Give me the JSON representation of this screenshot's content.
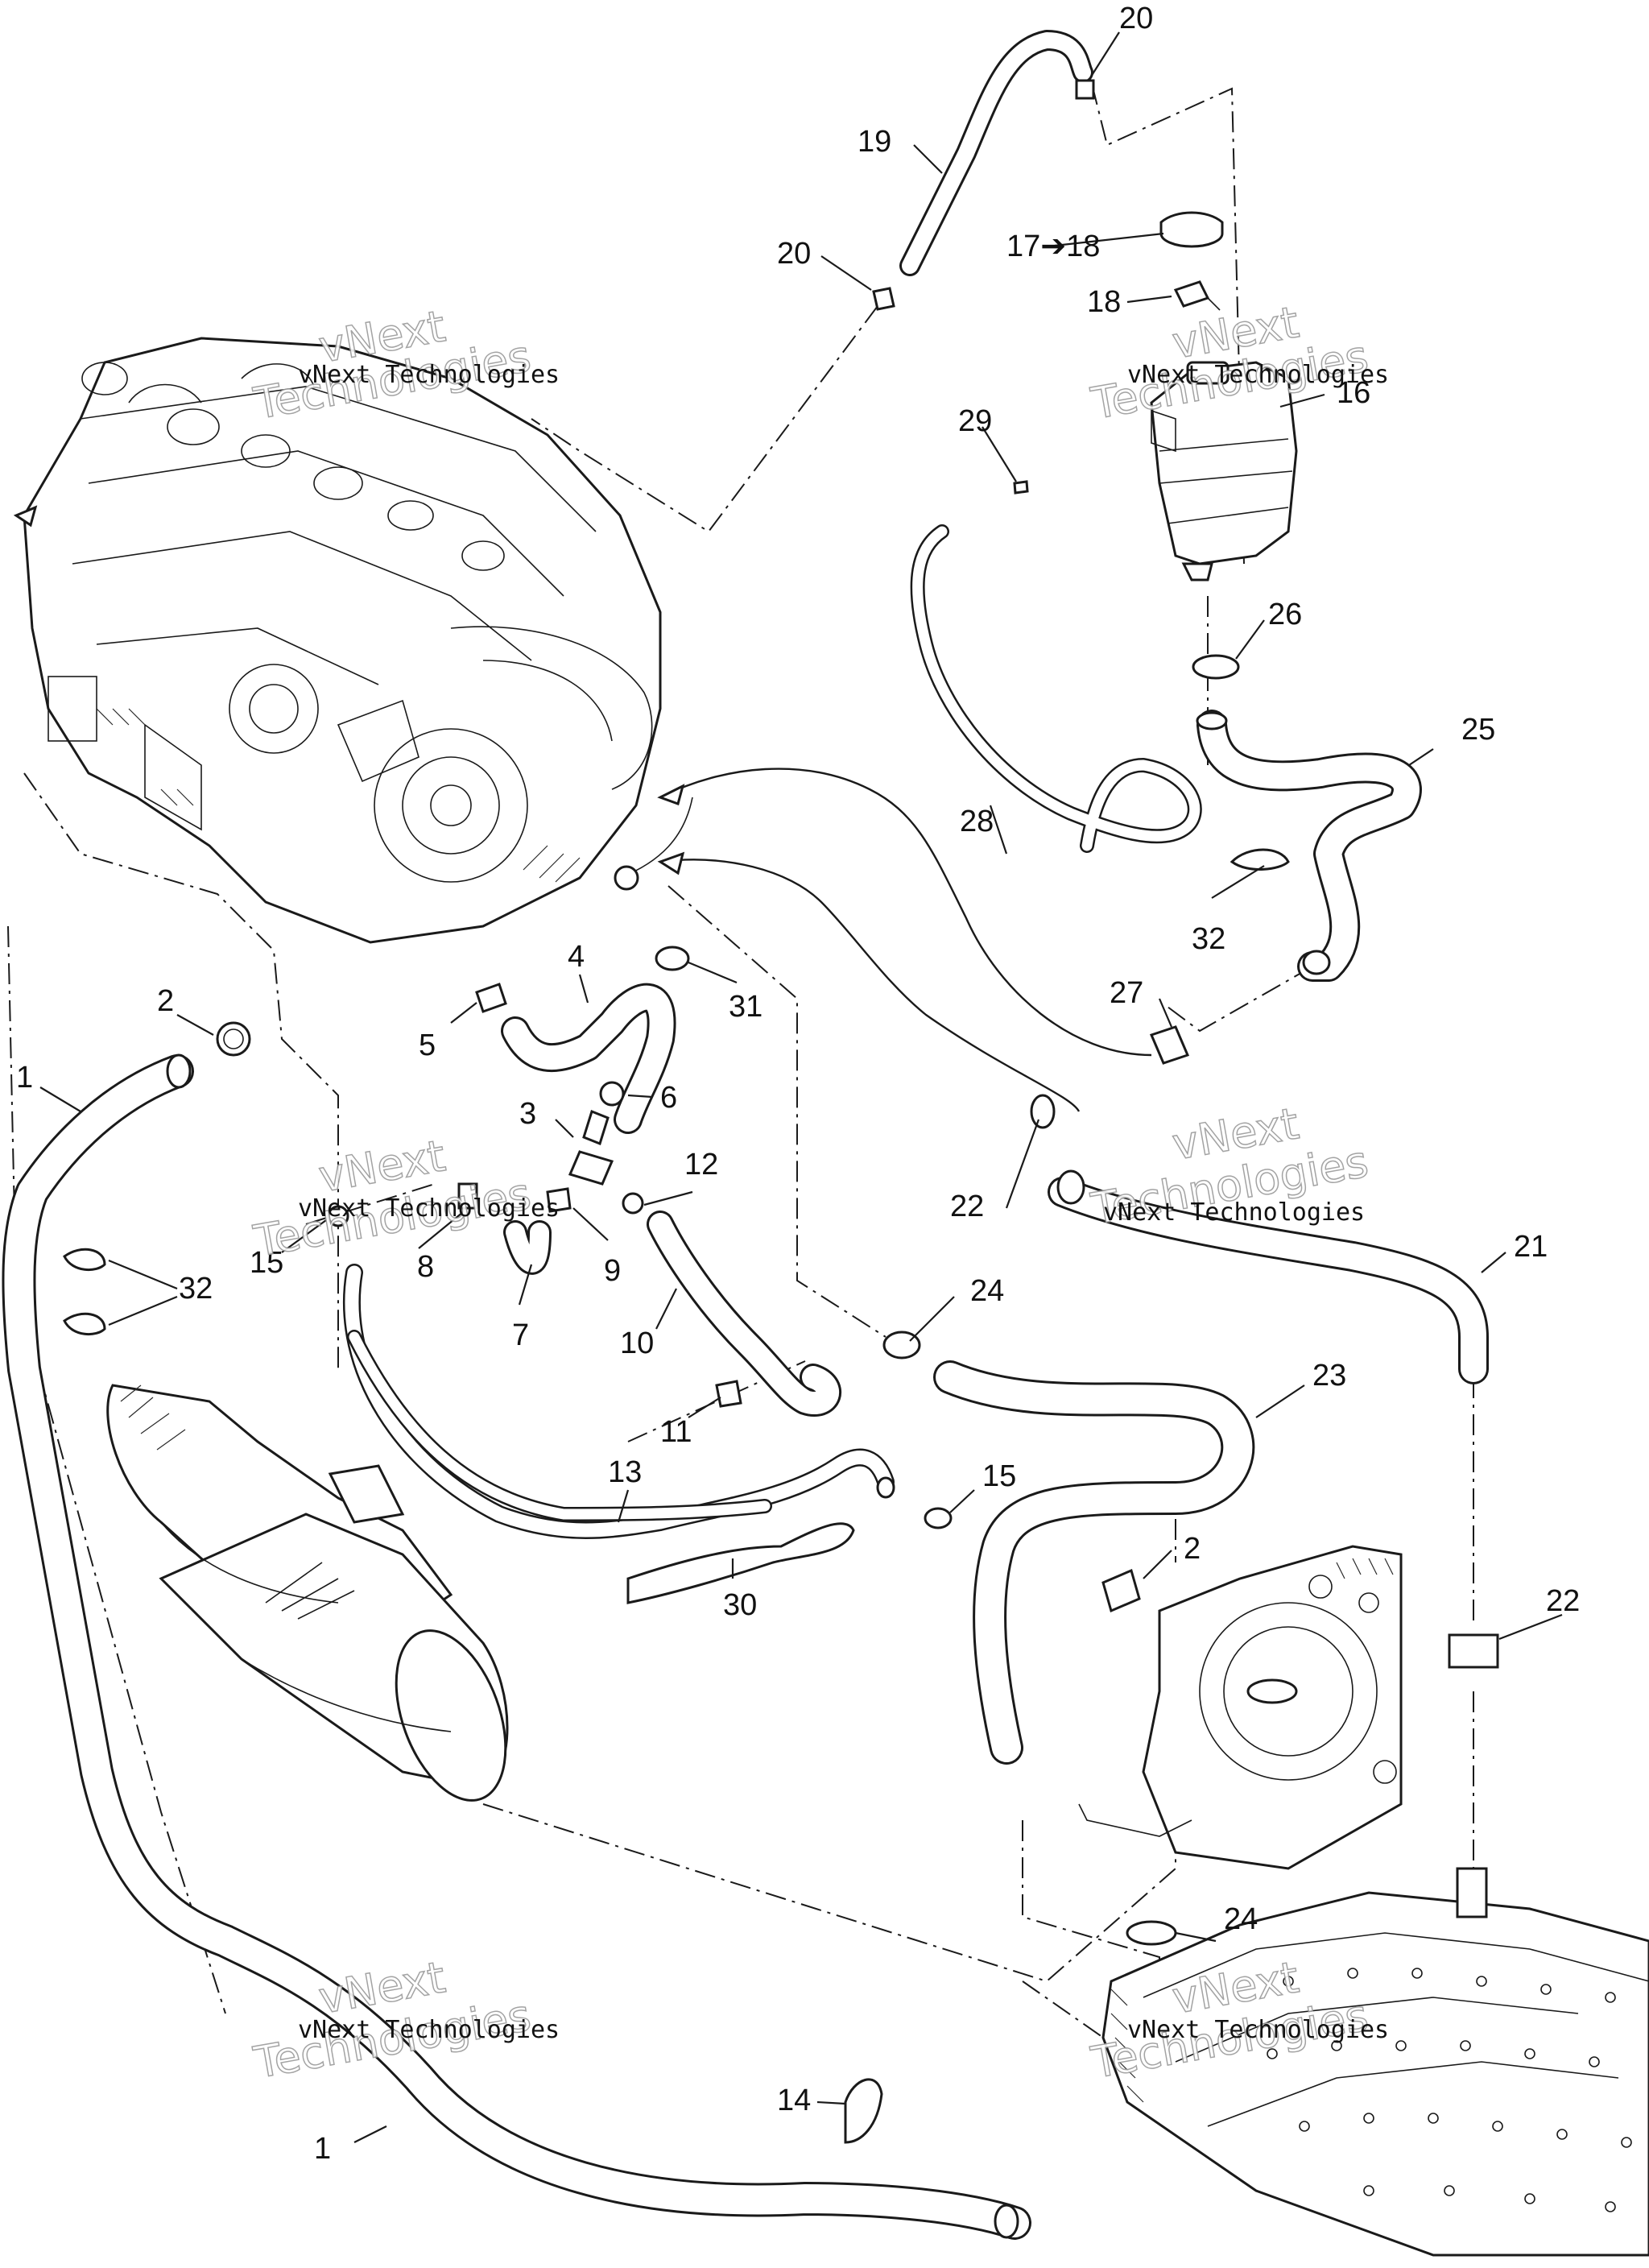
{
  "callouts": {
    "c1a": "1",
    "c1b": "1",
    "c2a": "2",
    "c2b": "2",
    "c3": "3",
    "c4": "4",
    "c5": "5",
    "c6": "6",
    "c7": "7",
    "c8": "8",
    "c9": "9",
    "c10": "10",
    "c11": "11",
    "c12": "12",
    "c13": "13",
    "c14": "14",
    "c15a": "15",
    "c15b": "15",
    "c16": "16",
    "c17": "17➔18",
    "c18": "18",
    "c19": "19",
    "c20a": "20",
    "c20b": "20",
    "c21": "21",
    "c22a": "22",
    "c22b": "22",
    "c23": "23",
    "c24a": "24",
    "c24b": "24",
    "c25": "25",
    "c26": "26",
    "c27": "27",
    "c28": "28",
    "c29": "29",
    "c30": "30",
    "c31": "31",
    "c32a": "32",
    "c32b": "32"
  },
  "watermark": {
    "small": "vNext Technologies",
    "big_top": "vNext",
    "big_bottom": "Technologies"
  }
}
